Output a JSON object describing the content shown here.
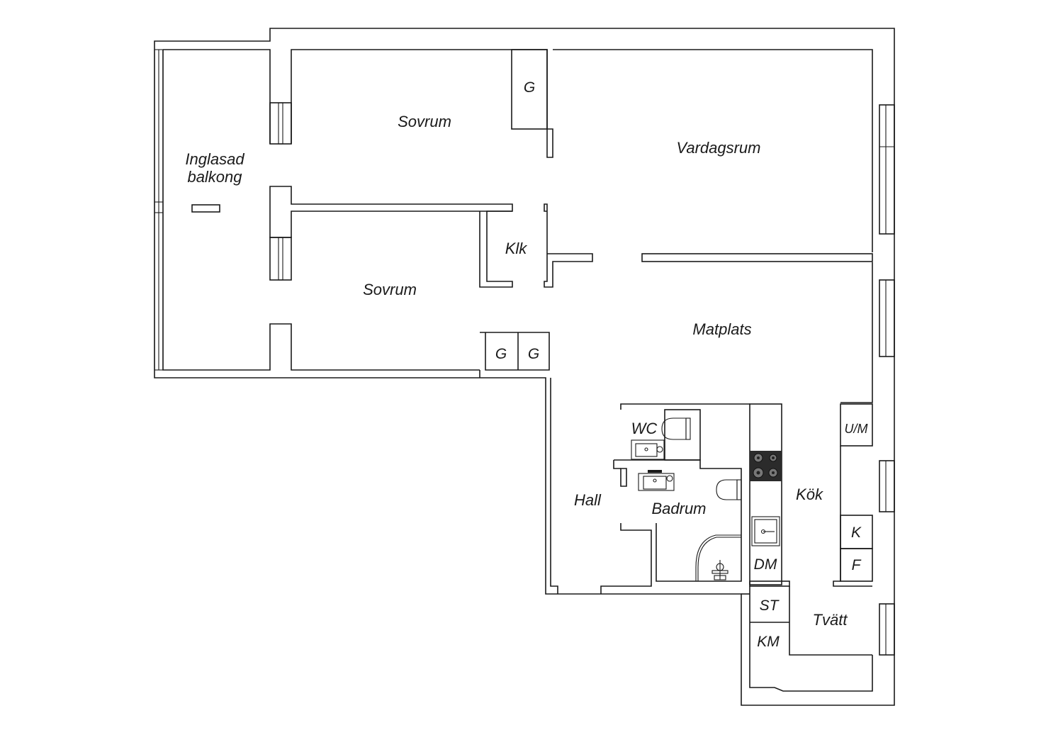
{
  "plan": {
    "rooms": {
      "balcony_line1": "Inglasad",
      "balcony_line2": "balkong",
      "bedroom_top": "Sovrum",
      "bedroom_bottom": "Sovrum",
      "living_room": "Vardagsrum",
      "walk_in_closet": "Klk",
      "dining": "Matplats",
      "wc": "WC",
      "hall": "Hall",
      "bathroom": "Badrum",
      "kitchen": "Kök",
      "laundry": "Tvätt"
    },
    "fixtures": {
      "wardrobe_top": "G",
      "wardrobe_hall_1": "G",
      "wardrobe_hall_2": "G",
      "microwave": "U/M",
      "fridge": "K",
      "freezer": "F",
      "dishwasher": "DM",
      "dryer": "ST",
      "washer": "KM"
    },
    "colors": {
      "wall": "#1a1a1a",
      "stove": "#2b2b2b",
      "background": "#ffffff"
    }
  }
}
